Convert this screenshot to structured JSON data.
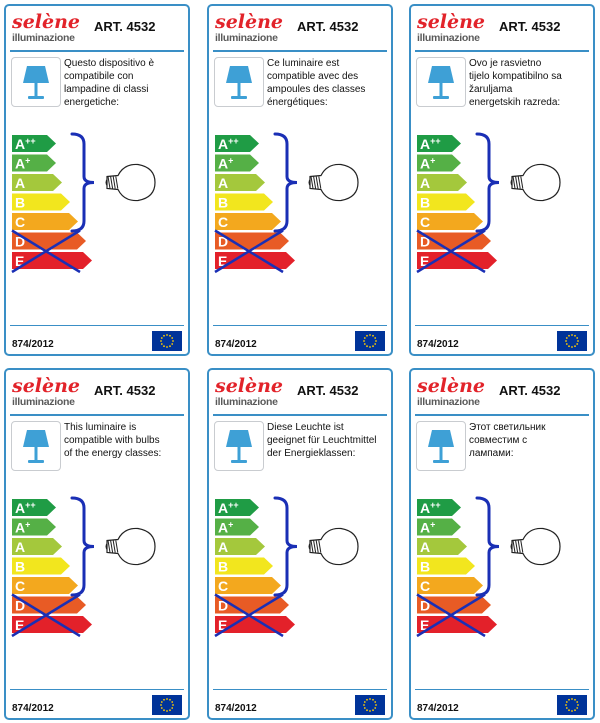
{
  "article_label": "ART. 4532",
  "regulation": "874/2012",
  "brand": {
    "name": "selène",
    "subtitle": "illuminazione"
  },
  "energy_classes": [
    "A++",
    "A+",
    "A",
    "B",
    "C",
    "D",
    "E"
  ],
  "class_colors": [
    "#1f9c45",
    "#55b046",
    "#a4c83c",
    "#f2e61e",
    "#f3a81e",
    "#e85b25",
    "#e3212a"
  ],
  "crossed_out_classes": [
    "D",
    "E"
  ],
  "cards": [
    {
      "lines": [
        "Questo dispositivo è",
        "compatibile con",
        "lampadine di classi",
        "energetiche:"
      ]
    },
    {
      "lines": [
        "Ce luminaire est",
        "compatible avec des",
        "ampoules des classes",
        "énergétiques:"
      ]
    },
    {
      "lines": [
        "Ovo je rasvietno",
        "tijelo kompatibilno sa",
        "žaruljama",
        "energetskih razreda:"
      ]
    },
    {
      "lines": [
        "This luminaire is",
        "compatible with bulbs",
        "of the energy classes:"
      ]
    },
    {
      "lines": [
        "Diese Leuchte ist",
        "geeignet für Leuchtmittel",
        "der Energieklassen:"
      ]
    },
    {
      "lines": [
        "Этот светильник",
        "совместим с",
        "лампами:"
      ]
    }
  ],
  "colors": {
    "border": "#3a8fc6",
    "brand_red": "#e2232a",
    "bracket": "#1a2fb5",
    "lamp": "#3ea0d6"
  }
}
